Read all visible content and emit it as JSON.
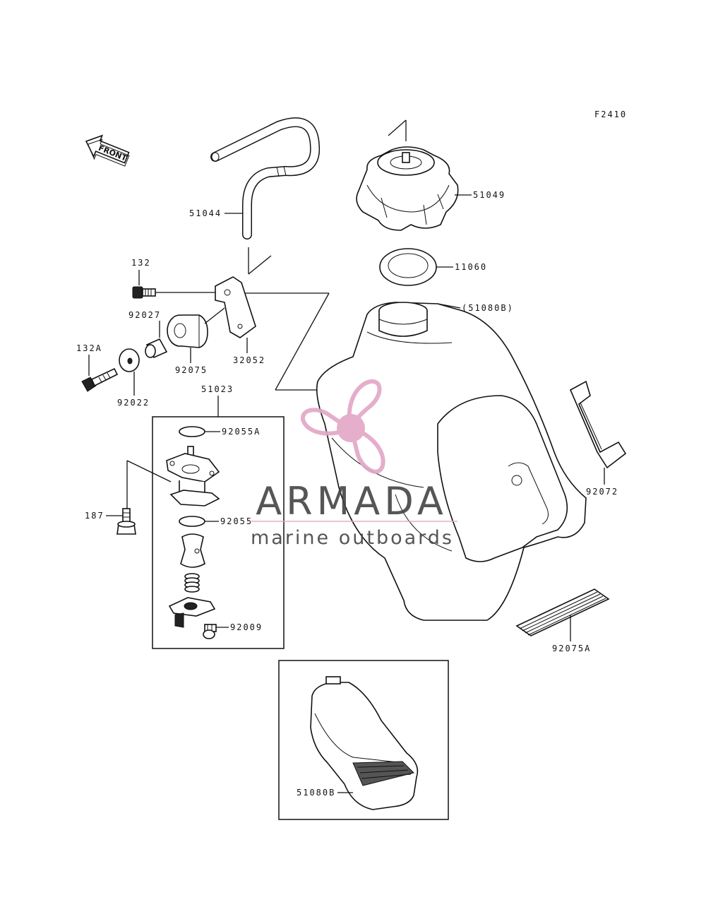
{
  "figure_code": "F2410",
  "front_label": "FRONT",
  "callouts": {
    "p51044": "51044",
    "p51049": "51049",
    "p11060": "11060",
    "p51080b_paren": "(51080B)",
    "p132": "132",
    "p92027": "92027",
    "p132a": "132A",
    "p92022": "92022",
    "p92075": "92075",
    "p32052": "32052",
    "p51023": "51023",
    "p92055a": "92055A",
    "p187": "187",
    "p92055": "92055",
    "p92009": "92009",
    "p92072": "92072",
    "p92075a": "92075A",
    "p51080b": "51080B"
  },
  "watermark": {
    "brand": "ARMADA",
    "tagline": "marine outboards",
    "logo_color": "#e3a6c6",
    "text_color": "#444444"
  }
}
